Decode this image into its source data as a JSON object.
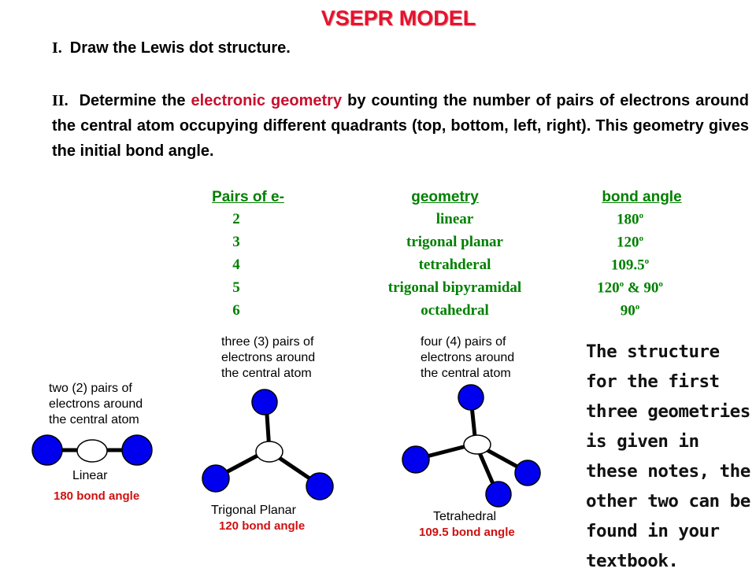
{
  "title": "VSEPR MODEL",
  "steps": {
    "one": {
      "roman": "I.",
      "text": "Draw the Lewis dot structure."
    },
    "two": {
      "roman": "II.",
      "before": "Determine the ",
      "highlight": "electronic geometry",
      "after": " by counting the number of pairs of electrons around the central atom occupying different quadrants (top, bottom, left, right).  This geometry gives the initial bond angle."
    }
  },
  "table": {
    "headers": [
      "Pairs of e-",
      "geometry",
      "bond angle"
    ],
    "rows": [
      {
        "pairs": "2",
        "geometry": "linear",
        "angle": "180",
        "sup": "o",
        "extra": "",
        "sup2": ""
      },
      {
        "pairs": "3",
        "geometry": "trigonal planar",
        "angle": "120",
        "sup": "o",
        "extra": "",
        "sup2": ""
      },
      {
        "pairs": "4",
        "geometry": "tetrahderal",
        "angle": "109.5",
        "sup": "o",
        "extra": "",
        "sup2": ""
      },
      {
        "pairs": "5",
        "geometry": "trigonal bipyramidal",
        "angle": "120",
        "sup": "o",
        "extra": " & 90",
        "sup2": "o"
      },
      {
        "pairs": "6",
        "geometry": "octahedral",
        "angle": "90",
        "sup": "o",
        "extra": "",
        "sup2": ""
      }
    ]
  },
  "diagrams": {
    "linear": {
      "caption": [
        "two (2) pairs of",
        "electrons around",
        "the central atom"
      ],
      "name": "Linear",
      "angle_label": "180 bond angle"
    },
    "trigonal": {
      "caption": [
        "three (3) pairs of",
        "electrons around",
        "the central atom"
      ],
      "name": "Trigonal Planar",
      "angle_label": "120 bond angle"
    },
    "tetrahedral": {
      "caption": [
        "four (4) pairs of",
        "electrons around",
        "the central atom"
      ],
      "name": "Tetrahedral",
      "angle_label": "109.5 bond angle"
    }
  },
  "note": "The structure for the first three geometries is given in these notes, the other two can be found in your textbook.",
  "colors": {
    "title": "#e8112d",
    "table": "#008000",
    "atom": "#0000ee",
    "highlight": "#c8102e"
  }
}
